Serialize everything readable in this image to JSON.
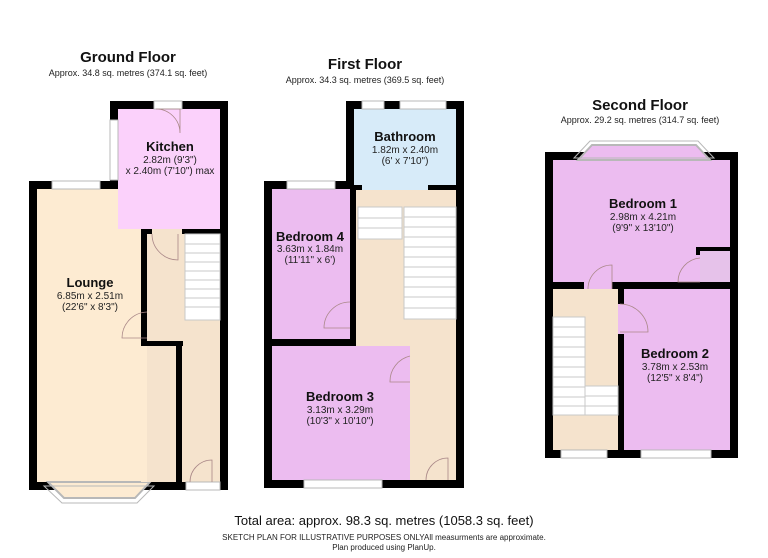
{
  "floors": [
    {
      "id": "ground",
      "title": "Ground Floor",
      "area": "Approx. 34.8 sq. metres (374.1 sq. feet)",
      "rooms": [
        {
          "name": "Kitchen",
          "dim1": "2.82m (9'3\")",
          "dim2": "x 2.40m (7'10\") max",
          "color": "#fbd1fb"
        },
        {
          "name": "Lounge",
          "dim1": "6.85m x 2.51m",
          "dim2": "(22'6\" x 8'3\")",
          "color": "#fdebd2"
        }
      ]
    },
    {
      "id": "first",
      "title": "First Floor",
      "area": "Approx. 34.3 sq. metres (369.5 sq. feet)",
      "rooms": [
        {
          "name": "Bathroom",
          "dim1": "1.82m x 2.40m",
          "dim2": "(6' x 7'10\")",
          "color": "#d7ebf9"
        },
        {
          "name": "Bedroom 4",
          "dim1": "3.63m x 1.84m",
          "dim2": "(11'11\" x 6')",
          "color": "#ecbcf0"
        },
        {
          "name": "Bedroom 3",
          "dim1": "3.13m x 3.29m",
          "dim2": "(10'3\" x 10'10\")",
          "color": "#ecbcf0"
        }
      ]
    },
    {
      "id": "second",
      "title": "Second Floor",
      "area": "Approx. 29.2 sq. metres (314.7 sq. feet)",
      "rooms": [
        {
          "name": "Bedroom 1",
          "dim1": "2.98m x 4.21m",
          "dim2": "(9'9\" x 13'10\")",
          "color": "#ecbcf0"
        },
        {
          "name": "Bedroom 2",
          "dim1": "3.78m x 2.53m",
          "dim2": "(12'5\" x 8'4\")",
          "color": "#ecbcf0"
        }
      ]
    }
  ],
  "colors": {
    "wall": "#000000",
    "hall": "#f5e3cd",
    "stairs": "#ffffff",
    "window_frame": "#b8b8b8"
  },
  "footer": {
    "total_area": "Total area: approx. 98.3 sq. metres (1058.3 sq. feet)",
    "disclaimer_line1": "SKETCH PLAN FOR ILLUSTRATIVE PURPOSES ONLYAll measurments are approximate.",
    "disclaimer_line2": "Plan produced using PlanUp."
  }
}
